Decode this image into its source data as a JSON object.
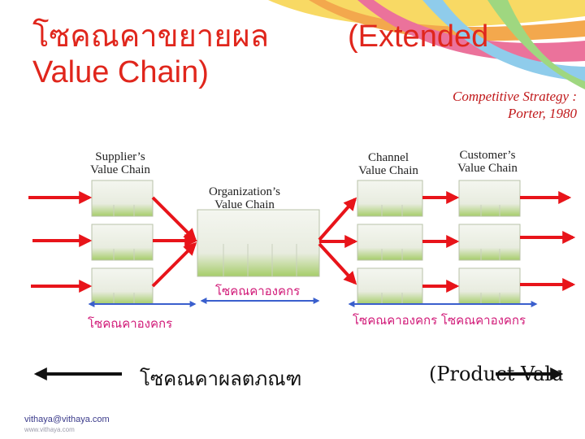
{
  "title": {
    "line1": "โซคณคาขยายผล",
    "extended": "(Extended",
    "line2": "Value Chain)"
  },
  "subtitle": {
    "line1": "Competitive Strategy :",
    "line2": "Porter, 1980"
  },
  "labels": {
    "supplier": [
      "Supplier’s",
      "Value Chain"
    ],
    "organization": [
      "Organization’s",
      "Value Chain"
    ],
    "channel": [
      "Channel",
      "Value Chain"
    ],
    "customer": [
      "Customer’s",
      "Value Chain"
    ]
  },
  "thai_labels": {
    "center": "โซคณคาองคกร",
    "left": "โซคณคาองคกร",
    "right": "โซคณคาองคกร โซคณคาองคกร",
    "product": "โซคณคาผลตภณฑ",
    "product_en": "(Product Valu"
  },
  "footer": {
    "email": "vithaya@vithaya.com",
    "site": "www.vithaya.com"
  },
  "colors": {
    "title_red": "#e0261c",
    "arrow_red": "#e8141a",
    "box_green": "#a6cd6a",
    "bracket_blue": "#3a5fcd",
    "thai_magenta": "#d11a78"
  }
}
